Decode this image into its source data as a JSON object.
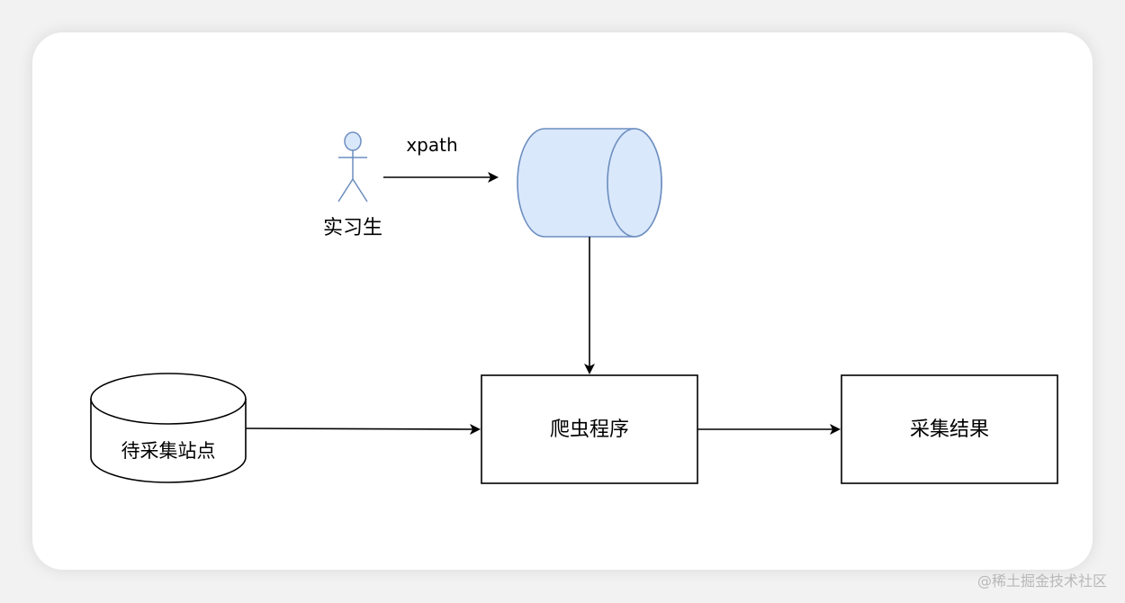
{
  "nodes": {
    "actor_label": "实习生",
    "edge_label": "xpath",
    "source_db_label": "待采集站点",
    "crawler_label": "爬虫程序",
    "result_label": "采集结果"
  },
  "watermark": "@稀土掘金技术社区",
  "colors": {
    "actor_fill": "#dae8fc",
    "actor_stroke": "#6c8ebf",
    "queue_fill": "#dae8fc",
    "queue_stroke": "#6c8ebf",
    "line": "#000000"
  },
  "icons": {
    "actor": "person-icon"
  }
}
